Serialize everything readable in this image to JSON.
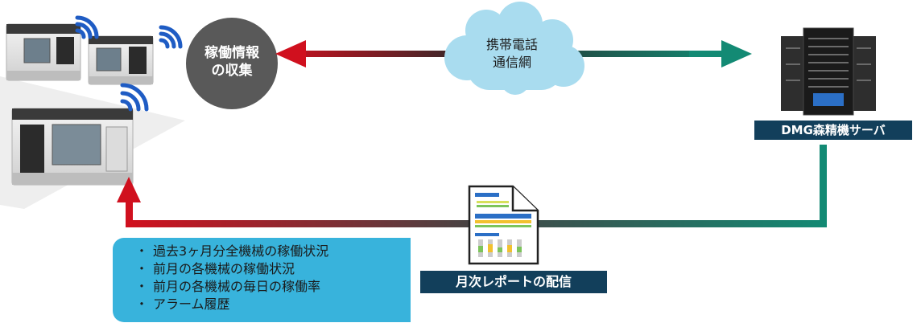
{
  "collection": {
    "lines": [
      "稼働情報",
      "の収集"
    ]
  },
  "network": {
    "lines": [
      "携帯電話",
      "通信網"
    ]
  },
  "server": {
    "label": "DMG森精機サーバ"
  },
  "report": {
    "label": "月次レポートの配信"
  },
  "report_contents": [
    "過去3ヶ月分全機械の稼働状況",
    "前月の各機械の稼働状況",
    "前月の各機械の毎日の稼働率",
    "アラーム履歴"
  ],
  "colors": {
    "red_arrow": "#d0101e",
    "teal_arrow": "#138a74",
    "circle": "#595959",
    "cloud": "#a9dcef",
    "label_bg": "#123f5b",
    "callout": "#38b3dc"
  },
  "icons": [
    "machine-tool-icon",
    "wireless-signal-icon",
    "cloud-icon",
    "server-rack-icon",
    "report-document-icon"
  ]
}
